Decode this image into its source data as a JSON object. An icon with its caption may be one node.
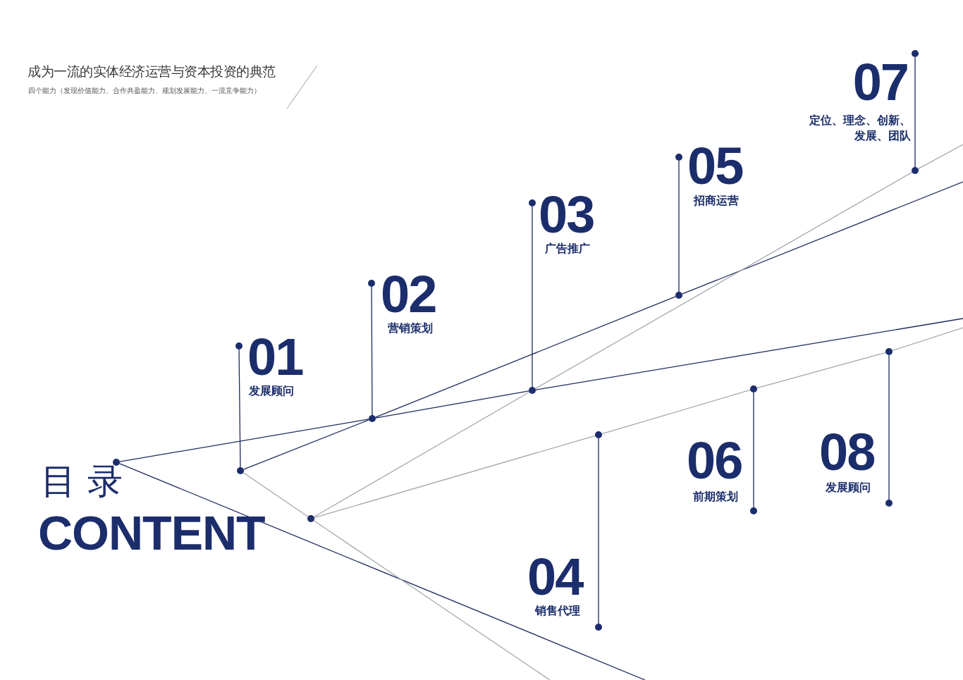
{
  "diagram": {
    "title": "成为一流的实体经济运营与资本投资的典范",
    "nodes": [
      {
        "text": [],
        "shape": "circle",
        "beside": [
          "07",
          "定位、理念、创新、发展、团队"
        ]
      },
      {
        "text": [],
        "shape": "circle",
        "beside": [
          "05",
          "招商运营"
        ]
      },
      {
        "text": [],
        "shape": "circle"
      },
      {
        "text": [],
        "shape": "circle",
        "beside": [
          "03",
          "广告推广"
        ]
      },
      {
        "text": [],
        "shape": "circle",
        "beside": [
          "02",
          "营销策划"
        ]
      },
      {
        "text": [],
        "shape": "circle"
      },
      {
        "text": [],
        "shape": "circle",
        "beside": [
          "01",
          "发展顾问"
        ]
      },
      {
        "text": [],
        "shape": "circle"
      },
      {
        "text": [],
        "shape": "circle"
      },
      {
        "text": [],
        "shape": "circle"
      },
      {
        "text": [],
        "shape": "circle"
      },
      {
        "text": [],
        "shape": "circle"
      },
      {
        "text": [],
        "shape": "circle"
      },
      {
        "text": [],
        "shape": "circle"
      },
      {
        "text": [],
        "shape": "circle",
        "beside": [
          "08",
          "发展顾问"
        ]
      },
      {
        "text": [],
        "shape": "circle",
        "beside": [
          "06",
          "前期策划"
        ]
      },
      {
        "text": [],
        "shape": "circle"
      },
      {
        "text": [],
        "shape": "circle",
        "beside": [
          "04",
          "销售代理"
        ]
      }
    ],
    "edges": [
      {
        "from": 12,
        "to": 10,
        "arrow": "none"
      },
      {
        "from": 10,
        "to": 9,
        "arrow": "none"
      },
      {
        "from": 9,
        "to": null,
        "arrow": "none"
      },
      {
        "from": 12,
        "to": null,
        "arrow": "none"
      },
      {
        "from": 13,
        "to": 10,
        "arrow": "none"
      },
      {
        "from": 10,
        "to": 5,
        "arrow": "none"
      },
      {
        "from": 5,
        "to": null,
        "arrow": "none"
      },
      {
        "from": 13,
        "to": 16,
        "arrow": "none",
        "color": "#a3a7ae"
      },
      {
        "from": 16,
        "to": null,
        "arrow": "none",
        "color": "#a3a7ae"
      },
      {
        "from": 16,
        "to": 9,
        "arrow": "none",
        "color": "#a3a7ae"
      },
      {
        "from": 9,
        "to": 2,
        "arrow": "none",
        "color": "#a3a7ae"
      },
      {
        "from": 2,
        "to": null,
        "arrow": "none",
        "color": "#a3a7ae"
      },
      {
        "from": 16,
        "to": 11,
        "arrow": "none",
        "color": "#a3a7ae"
      },
      {
        "from": 11,
        "to": 8,
        "arrow": "none",
        "color": "#a3a7ae"
      },
      {
        "from": 8,
        "to": 7,
        "arrow": "none",
        "color": "#a3a7ae"
      },
      {
        "from": 7,
        "to": null,
        "arrow": "none",
        "color": "#a3a7ae"
      },
      {
        "from": 6,
        "to": 13,
        "arrow": "none"
      },
      {
        "from": 4,
        "to": 10,
        "arrow": "none"
      },
      {
        "from": 3,
        "to": 9,
        "arrow": "none"
      },
      {
        "from": 1,
        "to": 5,
        "arrow": "none"
      },
      {
        "from": 0,
        "to": 2,
        "arrow": "none"
      },
      {
        "from": 11,
        "to": 17,
        "arrow": "none"
      },
      {
        "from": 8,
        "to": 15,
        "arrow": "none"
      },
      {
        "from": 7,
        "to": 14,
        "arrow": "none"
      }
    ],
    "labels": [
      "四个能力（发现价值能力、合作共盈能力、规划发展能力、一流竞争能力）",
      "目录",
      "CONTENT"
    ]
  }
}
